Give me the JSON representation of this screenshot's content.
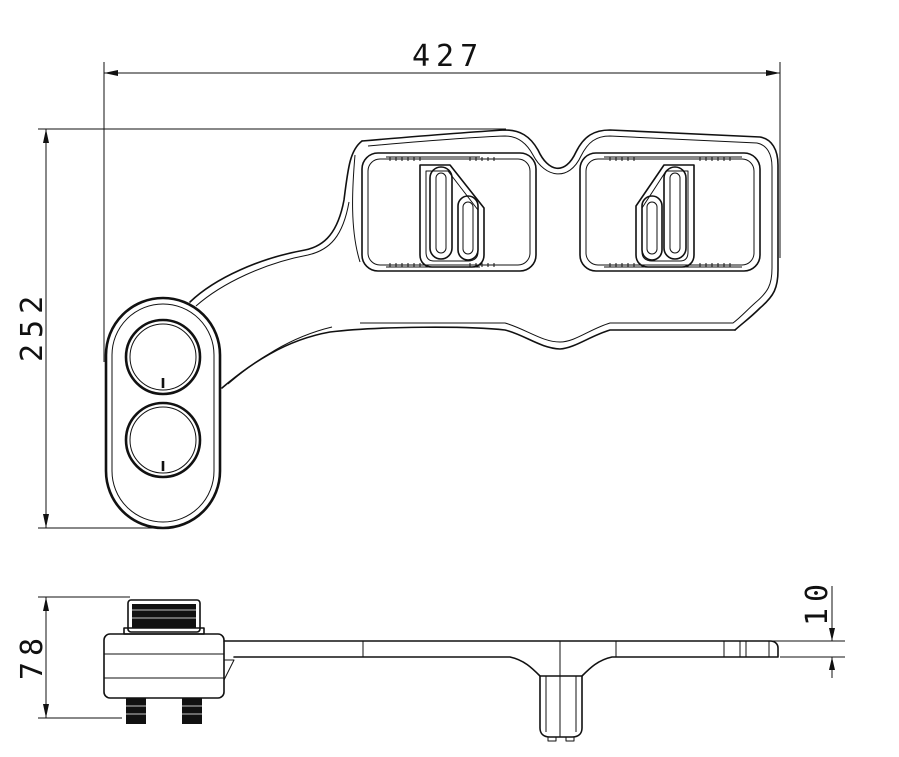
{
  "dimensions": {
    "width": "427",
    "height": "252",
    "side_height": "78",
    "thickness": "10"
  }
}
